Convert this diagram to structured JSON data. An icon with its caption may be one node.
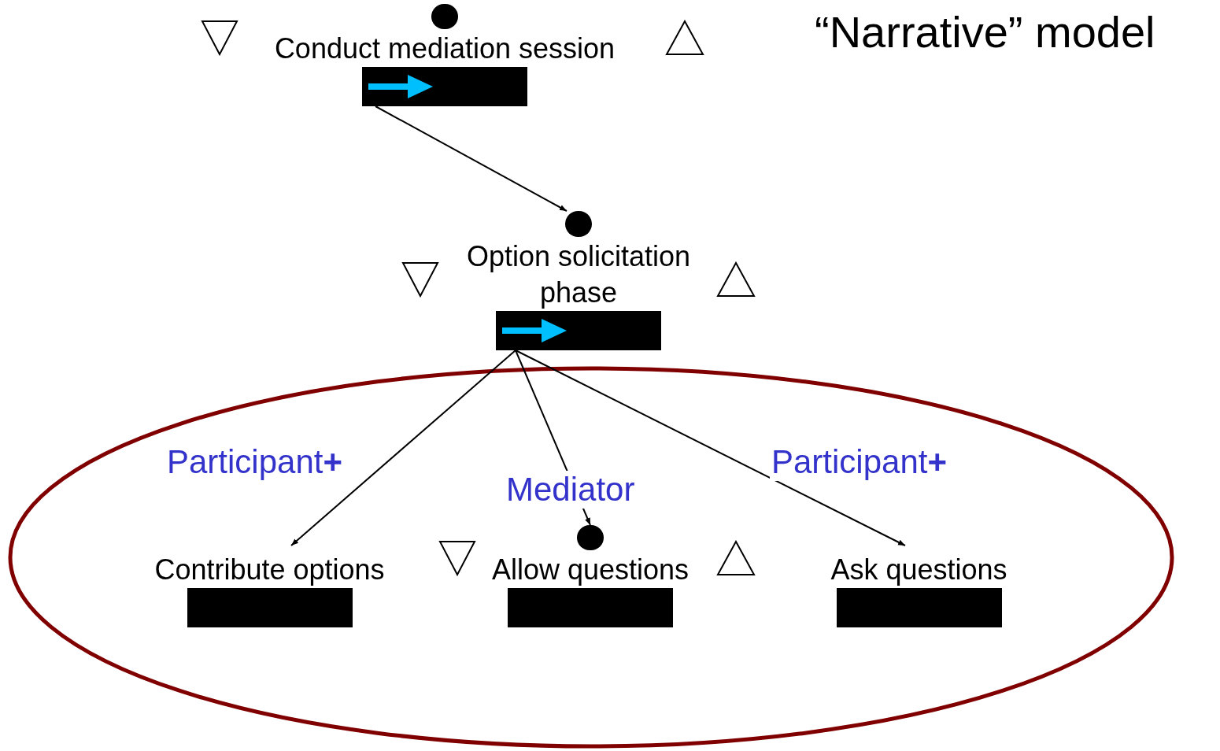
{
  "diagram": {
    "title": "“Narrative” model",
    "nodes": [
      {
        "text": [
          "Conduct mediation session"
        ]
      },
      {
        "text": [
          "Option solicitation phase"
        ]
      },
      {
        "text": [],
        "shape": "ellipse"
      },
      {
        "text": [
          "Contribute options"
        ],
        "in": 2
      },
      {
        "text": [
          "Allow questions"
        ],
        "in": 2
      },
      {
        "text": [
          "Ask questions"
        ],
        "in": 2
      }
    ],
    "edges": [
      {
        "from": 0,
        "to": 1,
        "arrow": "to"
      },
      {
        "from": 1,
        "to": 3,
        "arrow": "to",
        "label": "Participant**+**"
      },
      {
        "from": 1,
        "to": 4,
        "arrow": "to",
        "label": "Mediator"
      },
      {
        "from": 1,
        "to": 5,
        "arrow": "to",
        "label": "Participant**+**"
      }
    ]
  }
}
